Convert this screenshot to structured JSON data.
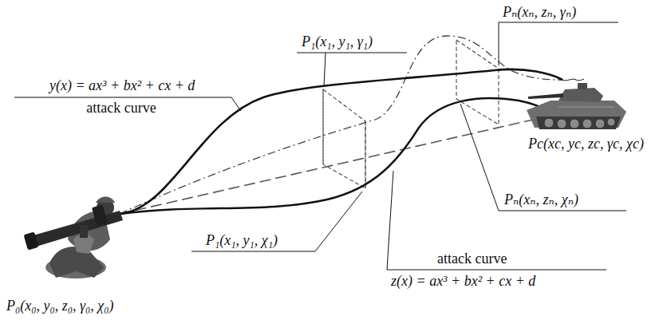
{
  "diagram": {
    "labels": [
      "Pₙ(xₙ, zₙ, γₙ)",
      "P₁(x₁, y₁, γ₁)",
      "y(x) = ax³ + bx² + cx + d",
      "attack curve",
      "Pc(xc, yc, zc, γc, χc)",
      "Pₙ(xₙ, zₙ, χₙ)",
      "P₁(x₁, y₁, χ₁)",
      "attack curve",
      "z(x) = ax³ + bx² + cx + d",
      "P₀(x₀, y₀, z₀, γ₀, χ₀)"
    ]
  }
}
